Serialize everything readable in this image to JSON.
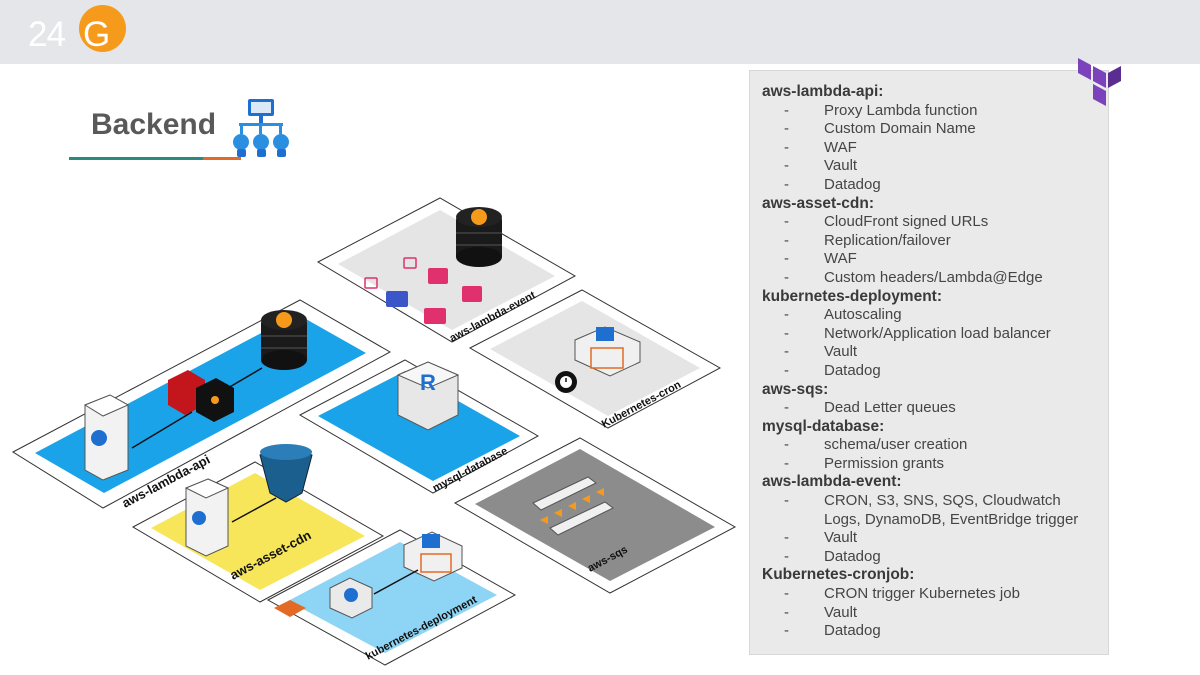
{
  "header": {
    "logo_number": "24",
    "logo_letter": "G"
  },
  "page": {
    "title": "Backend"
  },
  "diagram": {
    "zones": [
      {
        "label": "aws-lambda-api",
        "color": "#1aa3e8"
      },
      {
        "label": "aws-lambda-event",
        "color": "#e5e5e5"
      },
      {
        "label": "mysql-database",
        "color": "#1aa3e8"
      },
      {
        "label": "Kubernetes-cron",
        "color": "#e5e5e5"
      },
      {
        "label": "aws-asset-cdn",
        "color": "#f7e65a"
      },
      {
        "label": "aws-sqs",
        "color": "#8c8c8c"
      },
      {
        "label": "kubernetes-deployment",
        "color": "#8ed4f4"
      }
    ]
  },
  "panel": {
    "sections": [
      {
        "title": "aws-lambda-api:",
        "items": [
          "Proxy Lambda function",
          "Custom Domain Name",
          "WAF",
          "Vault",
          "Datadog"
        ]
      },
      {
        "title": "aws-asset-cdn:",
        "items": [
          "CloudFront signed URLs",
          "Replication/failover",
          "WAF",
          "Custom headers/Lambda@Edge"
        ]
      },
      {
        "title": "kubernetes-deployment:",
        "items": [
          "Autoscaling",
          "Network/Application load balancer",
          "Vault",
          "Datadog"
        ]
      },
      {
        "title": "aws-sqs:",
        "items": [
          "Dead Letter queues"
        ]
      },
      {
        "title": "mysql-database:",
        "items": [
          "schema/user creation",
          "Permission grants"
        ]
      },
      {
        "title": "aws-lambda-event:",
        "items": [
          "CRON, S3, SNS, SQS, Cloudwatch\nLogs, DynamoDB, EventBridge trigger",
          "Vault",
          "Datadog"
        ]
      },
      {
        "title": "Kubernetes-cronjob:",
        "items": [
          "CRON trigger Kubernetes job",
          "Vault",
          "Datadog"
        ]
      }
    ]
  },
  "colors": {
    "accent_orange": "#f59a1b",
    "terraform_purple": "#7b42bc",
    "underline_teal": "#2a8a7e",
    "underline_orange": "#e36a24"
  },
  "icons": [
    "backend-hierarchy-icon",
    "terraform-logo-icon",
    "lambda-stack-icon",
    "server-icon",
    "cdn-bucket-icon",
    "database-icon",
    "queue-icon",
    "container-icon",
    "cron-clock-icon"
  ]
}
